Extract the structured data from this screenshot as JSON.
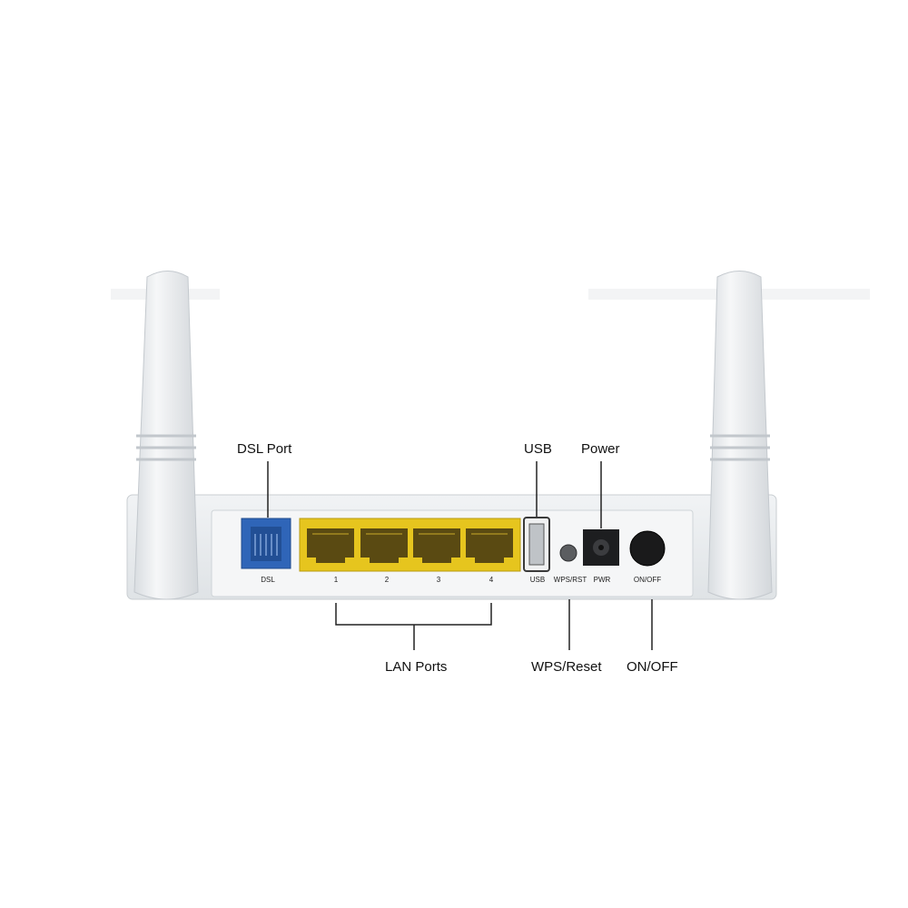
{
  "callouts": {
    "dsl_port": "DSL Port",
    "usb": "USB",
    "power": "Power",
    "lan_ports": "LAN Ports",
    "wps_reset": "WPS/Reset",
    "on_off": "ON/OFF"
  },
  "panel_labels": {
    "dsl": "DSL",
    "lan1": "1",
    "lan2": "2",
    "lan3": "3",
    "lan4": "4",
    "usb": "USB",
    "wps_rst": "WPS/RST",
    "pwr": "PWR",
    "on_off": "ON/OFF"
  },
  "colors": {
    "dsl_port": "#2f65b8",
    "lan_block": "#e6c51e",
    "router_body": "#e9ecef",
    "antenna": "#eef0f2"
  }
}
